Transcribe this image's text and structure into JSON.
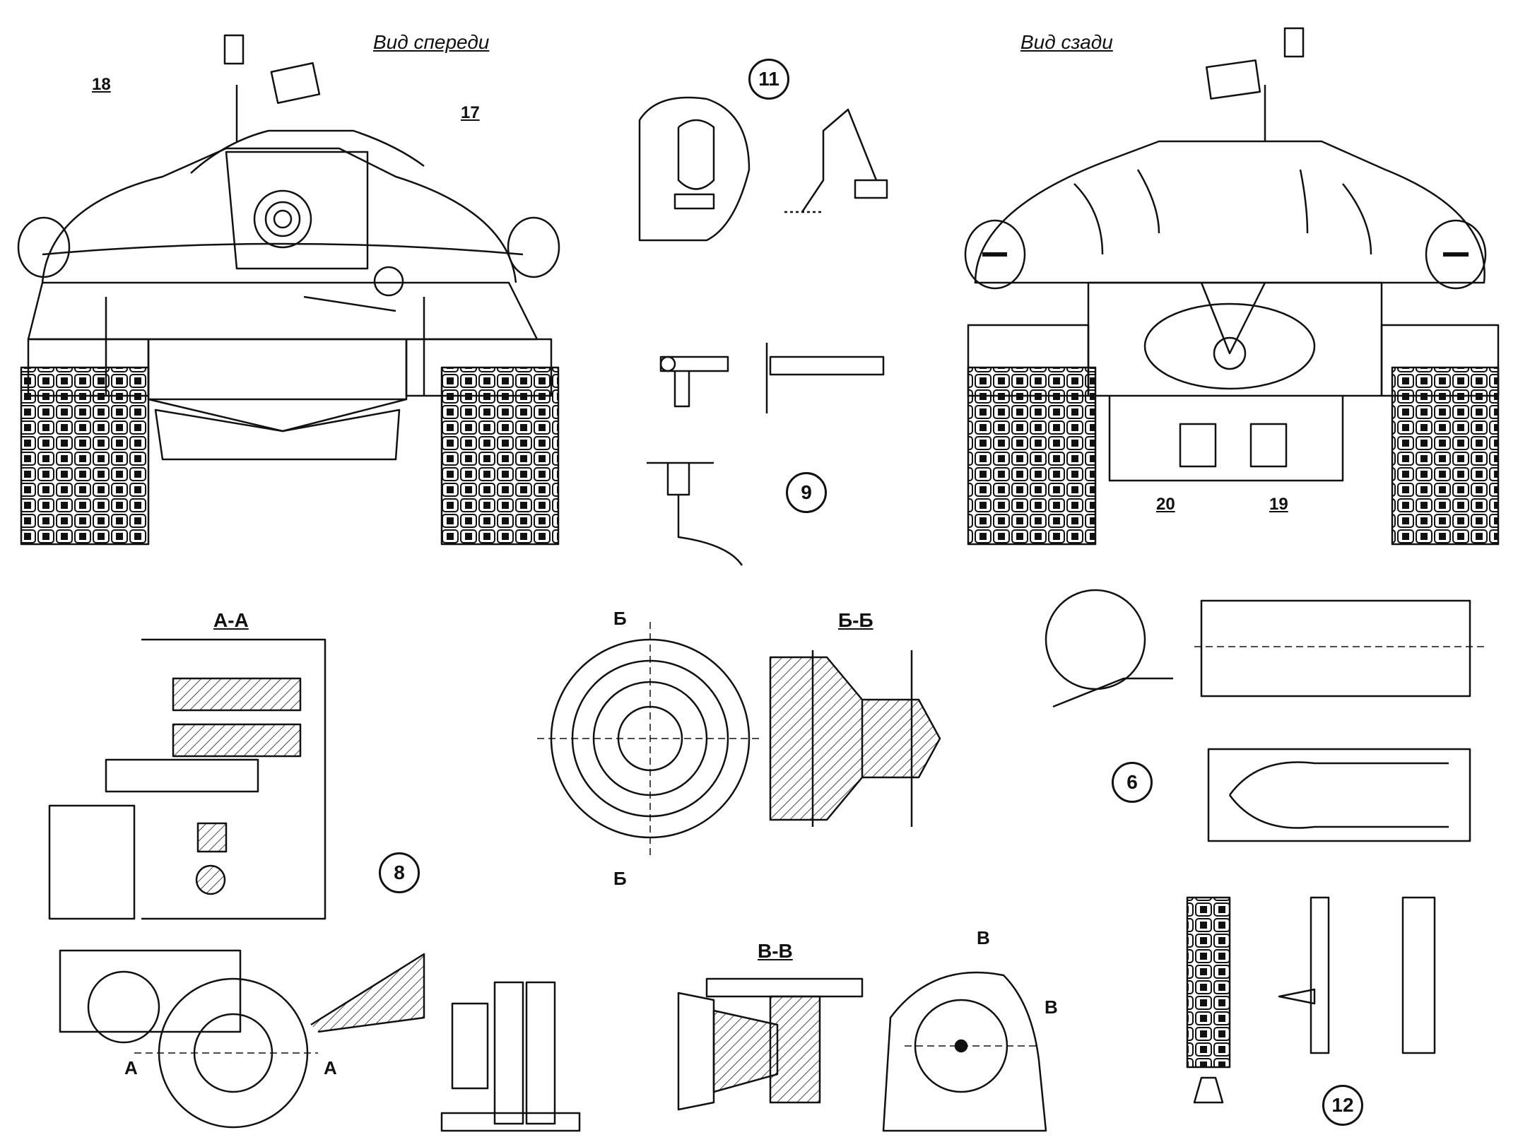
{
  "views": {
    "front": "Вид спереди",
    "rear": "Вид сзади"
  },
  "callouts": [
    "18",
    "17",
    "19",
    "20"
  ],
  "detail_numbers": [
    "11",
    "9",
    "6",
    "8",
    "12"
  ],
  "sections": {
    "aa": "А-А",
    "bb": "Б-Б",
    "vv": "В-В"
  },
  "section_marks": {
    "b": "Б",
    "a": "А",
    "v": "В"
  }
}
